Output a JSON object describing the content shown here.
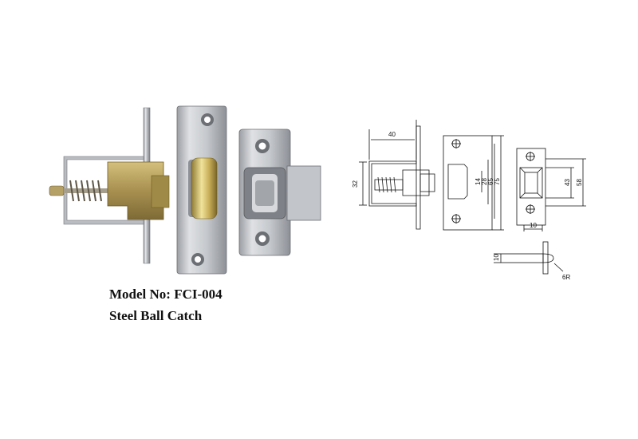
{
  "product": {
    "model_line": "Model No: FCI-004",
    "name": "Steel Ball Catch"
  },
  "dimensions": {
    "side_width": "40",
    "side_height": "32",
    "plate_14": "14",
    "plate_28": "28",
    "plate_65": "65",
    "plate_75": "75",
    "strike_43": "43",
    "strike_58": "58",
    "strike_10": "10",
    "pin_10": "10",
    "radius": "6R"
  },
  "colors": {
    "chrome": "#c9ccd1",
    "brass": "#b8a05a",
    "line": "#111111"
  }
}
